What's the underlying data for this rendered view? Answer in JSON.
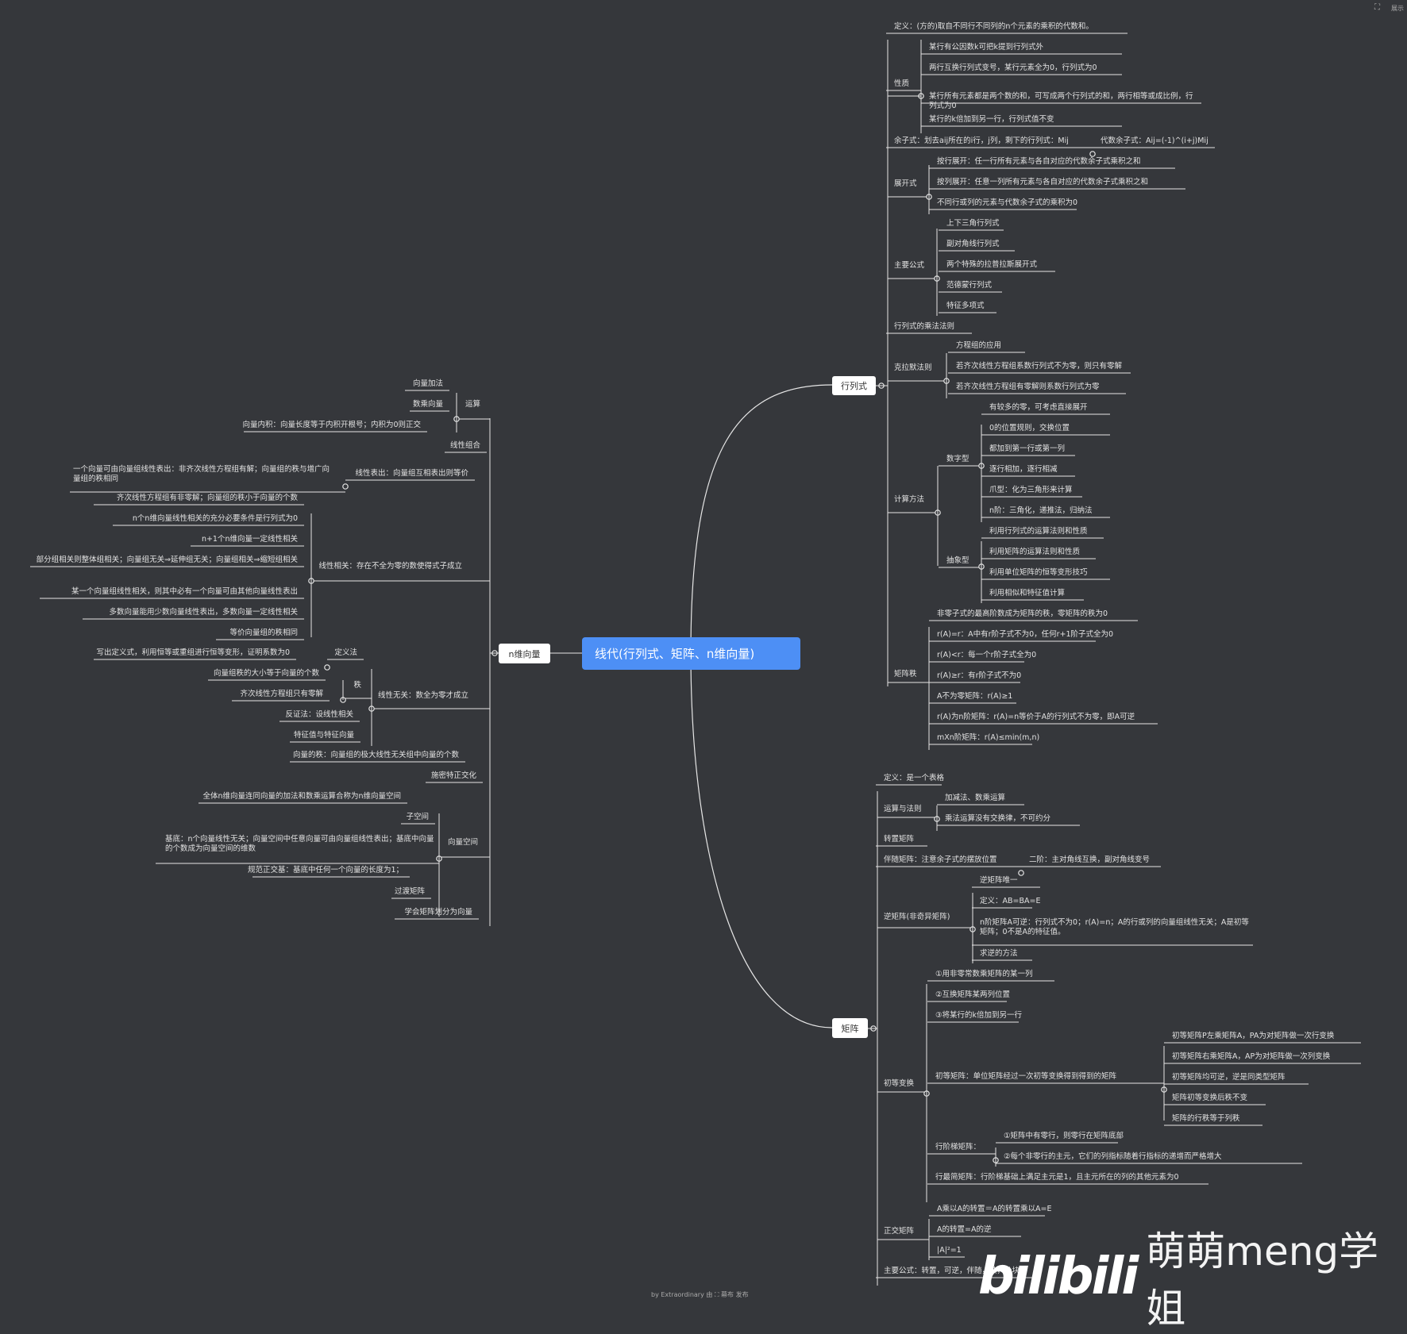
{
  "root": "线代(行列式、矩阵、n维向量)",
  "top_right": {
    "icon": "expand-icon",
    "label": "展示"
  },
  "footer": "by Extraordinary 由 ⛶ 幕布 发布",
  "watermark": {
    "logo": "bilibili",
    "text": "萌萌meng学姐"
  },
  "det": {
    "label": "行列式",
    "def": "定义：(方的)取自不同行不同列的n个元素的乘积的代数和。",
    "prop_label": "性质",
    "props": [
      "某行有公因数k可把k提到行列式外",
      "两行互换行列式变号，某行元素全为0，行列式为0",
      "某行所有元素都是两个数的和，可写成两个行列式的和，两行相等或成比例，行列式为0",
      "某行的k倍加到另一行，行列式值不变"
    ],
    "cof": "余子式：划去aij所在的i行，j列，剩下的行列式：Mij",
    "alg_cof": "代数余子式：Aij=(-1)^(i+j)Mij",
    "exp_label": "展开式",
    "exps": [
      "按行展开：任一行所有元素与各自对应的代数余子式乘积之和",
      "按列展开：任意一列所有元素与各自对应的代数余子式乘积之和",
      "不同行或列的元素与代数余子式的乘积为0"
    ],
    "main_label": "主要公式",
    "mains": [
      "上下三角行列式",
      "副对角线行列式",
      "两个特殊的拉普拉斯展开式",
      "范德蒙行列式",
      "特征多项式"
    ],
    "mult": "行列式的乘法法则",
    "cramer_label": "克拉默法则",
    "cramers": [
      "方程组的应用",
      "若齐次线性方程组系数行列式不为零，则只有零解",
      "若齐次线性方程组有零解则系数行列式为零"
    ],
    "calc_label": "计算方法",
    "numeric_label": "数字型",
    "numeric": [
      "有较多的零，可考虑直接展开",
      "0的位置规则，交换位置",
      "都加到第一行或第一列",
      "逐行相加，逐行相减",
      "爪型：化为三角形来计算",
      "n阶：三角化，递推法，归纳法"
    ],
    "abstract_label": "抽象型",
    "abstract": [
      "利用行列式的运算法则和性质",
      "利用矩阵的运算法则和性质",
      "利用单位矩阵的恒等变形技巧",
      "利用相似和特征值计算"
    ],
    "rank_label": "矩阵秩",
    "ranks": [
      "非零子式的最高阶数成为矩阵的秩，零矩阵的秩为0",
      "r(A)=r：A中有r阶子式不为0，任何r+1阶子式全为0",
      "r(A)<r：每一个r阶子式全为0",
      "r(A)≥r：有r阶子式不为0",
      "A不为零矩阵：r(A)≥1",
      "r(A)为n阶矩阵：r(A)=n等价于A的行列式不为零，即A可逆",
      "mXn阶矩阵：r(A)≤min(m,n)"
    ]
  },
  "mat": {
    "label": "矩阵",
    "def": "定义：是一个表格",
    "ops_label": "运算与法则",
    "ops": [
      "加减法、数乘运算",
      "乘法运算没有交换律，不可约分"
    ],
    "transpose": "转置矩阵",
    "adj": "伴随矩阵：注意余子式的摆放位置",
    "adj2": "二阶：主对角线互换，副对角线变号",
    "inv_label": "逆矩阵(非奇异矩阵)",
    "invs": [
      "逆矩阵唯一",
      "定义：AB=BA=E",
      "n阶矩阵A可逆：行列式不为0；r(A)=n；A的行或列的向量组线性无关；A是初等矩阵；0不是A的特征值。",
      "求逆的方法"
    ],
    "elem_label": "初等变换",
    "elems": [
      "①用非零常数乘矩阵的某一列",
      "②互换矩阵某两列位置",
      "③将某行的k倍加到另一行"
    ],
    "emat_label": "初等矩阵：单位矩阵经过一次初等变换得到得到的矩阵",
    "emat": [
      "初等矩阵P左乘矩阵A，PA为对矩阵做一次行变换",
      "初等矩阵右乘矩阵A，AP为对矩阵做一次列变换",
      "初等矩阵均可逆，逆是同类型矩阵",
      "矩阵初等变换后秩不变",
      "矩阵的行秩等于列秩"
    ],
    "echelon_label": "行阶梯矩阵：",
    "echelons": [
      "①矩阵中有零行，则零行在矩阵底部",
      "②每个非零行的主元，它们的列指标随着行指标的递增而严格增大"
    ],
    "reduced": "行最简矩阵：行阶梯基础上满足主元是1，且主元所在的列的其他元素为0",
    "ortho_label": "正交矩阵",
    "orthos": [
      "A乘以A的转置＝A的转置乘以A=E",
      "A的转置=A的逆",
      "|A|²=1"
    ],
    "formula": "主要公式：转置，可逆，伴随，秩，分块"
  },
  "vec": {
    "label": "n维向量",
    "op_label": "运算",
    "ops": [
      "向量加法",
      "数乘向量",
      "向量内积：向量长度等于内积开根号；内积为0则正交"
    ],
    "lincomb": "线性组合",
    "linrep": "线性表出：向量组互相表出则等价",
    "linrep_note": "一个向量可由向量组线性表出：非齐次线性方程组有解；向量组的秩与增广向量组的秩相同",
    "dep_label": "线性相关：存在不全为零的数使得式子成立",
    "deps": [
      "齐次线性方程组有非零解；向量组的秩小于向量的个数",
      "n个n维向量线性相关的充分必要条件是行列式为0",
      "n+1个n维向量一定线性相关",
      "部分组相关则整体组相关；向量组无关⇒延伸组无关；向量组相关⇒缩短组相关",
      "某一个向量组线性相关，则其中必有一个向量可由其他向量线性表出",
      "多数向量能用少数向量线性表出，多数向量一定线性相关",
      "等价向量组的秩相同"
    ],
    "indep_label": "线性无关：数全为零才成立",
    "def_method": "定义法",
    "def_note": "写出定义式，利用恒等或重组进行恒等变形，证明系数为0",
    "rank_label": "秩",
    "rank_items": [
      "向量组秩的大小等于向量的个数",
      "齐次线性方程组只有零解"
    ],
    "contra": "反证法：设线性相关",
    "eigen": "特征值与特征向量",
    "vrank": "向量的秩：向量组的极大线性无关组中向量的个数",
    "schmidt": "施密特正交化",
    "space_label": "向量空间",
    "space_def": "全体n维向量连同向量的加法和数乘运算合称为n维向量空间",
    "spaces": [
      "子空间",
      "基底：n个向量线性无关；向量空间中任意向量可由向量组线性表出；基底中向量的个数成为向量空间的维数",
      "规范正交基：基底中任何一个向量的长度为1；",
      "过渡矩阵",
      "学会矩阵划分为向量"
    ]
  }
}
